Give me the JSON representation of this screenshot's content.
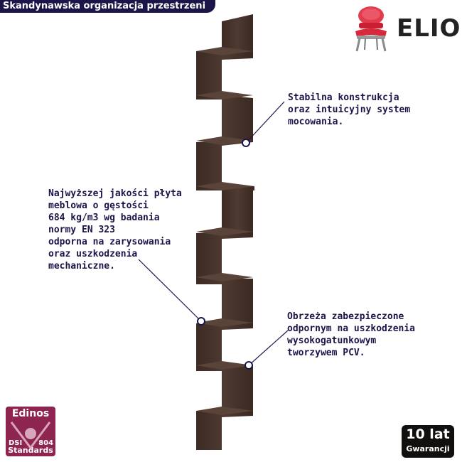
{
  "header": {
    "title": "Skandynawska organizacja przestrzeni"
  },
  "brand": {
    "name": "ELIOR",
    "icon": "red-armchair-icon",
    "accent": "#d9273b"
  },
  "annotations": {
    "stability": "Stabilna konstrukcja\noraz intuicyjny system\nmocowania.",
    "material": "Najwyższej jakości płyta\nmeblowa o gęstości\n684 kg/m3 wg badania\nnormy EN 323\nodporna na zarysowania\noraz uszkodzenia\nmechaniczne.",
    "edges": "Obrzeża zabezpieczone\nodpornym na uszkodzenia\nwysokogatunkowym\ntworzywem PCV."
  },
  "badges": {
    "edinos": {
      "name": "Edinos",
      "left_mark": "DSI",
      "right_mark": "804",
      "subtitle": "Standards"
    },
    "warranty": {
      "years": "10 lat",
      "label": "Gwarancji"
    }
  },
  "colors": {
    "navy": "#1b1649",
    "wood": "#4a362e",
    "wood_dark": "#3a2922",
    "edinos": "#8e2550"
  }
}
